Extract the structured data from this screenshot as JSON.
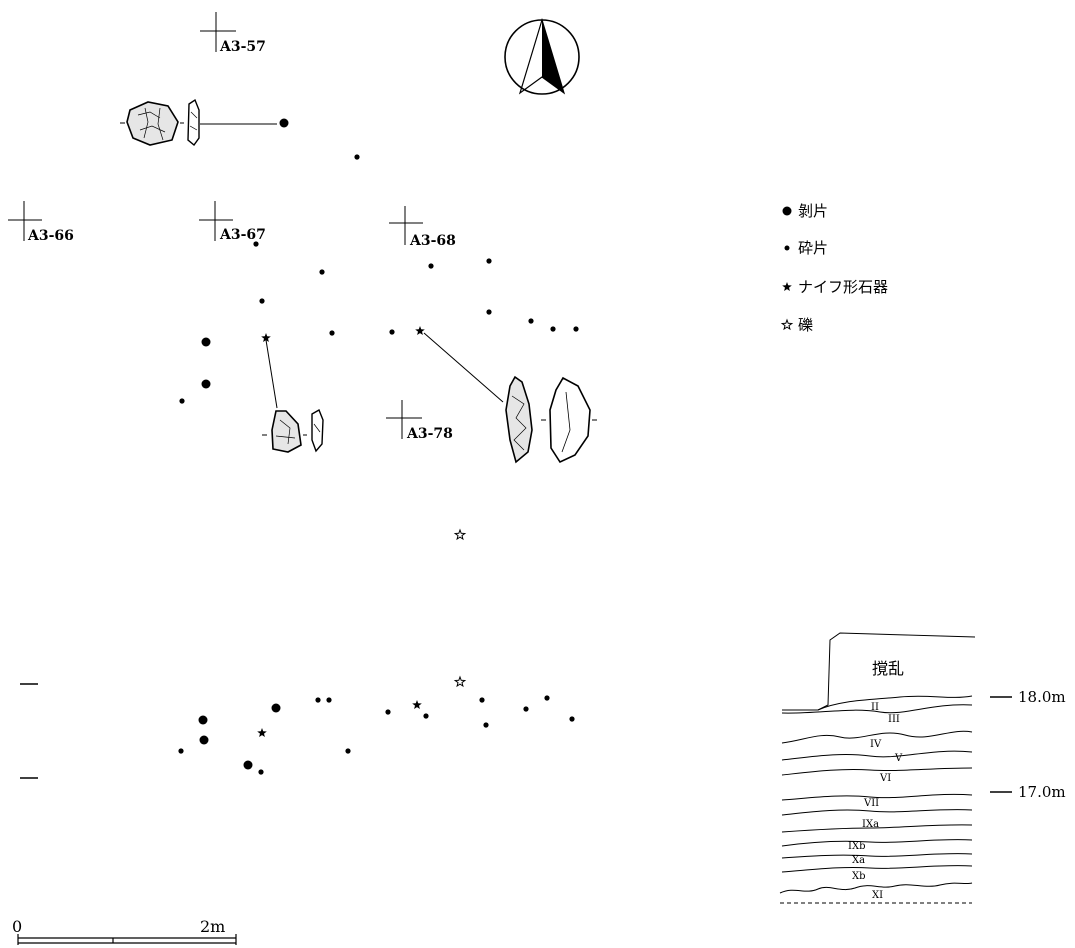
{
  "grid_labels": [
    "A3-57",
    "A3-66",
    "A3-67",
    "A3-68",
    "A3-78"
  ],
  "legend": [
    {
      "symbol": "large-dot",
      "label": "剝片"
    },
    {
      "symbol": "small-dot",
      "label": "砕片"
    },
    {
      "symbol": "filled-star",
      "label": "ナイフ形石器"
    },
    {
      "symbol": "open-star",
      "label": "礫"
    }
  ],
  "section": {
    "disturbance_label": "撹乱",
    "layers": [
      "II",
      "III",
      "IV",
      "V",
      "VI",
      "VII",
      "IXa",
      "IXb",
      "Xa",
      "Xb",
      "XI"
    ],
    "elevations": [
      "18.0m",
      "17.0m"
    ]
  },
  "scale_bar": {
    "start": "0",
    "end": "2m"
  },
  "colors": {
    "ink": "#000000",
    "paper": "#ffffff",
    "stone_fill": "#e6e6e6"
  }
}
